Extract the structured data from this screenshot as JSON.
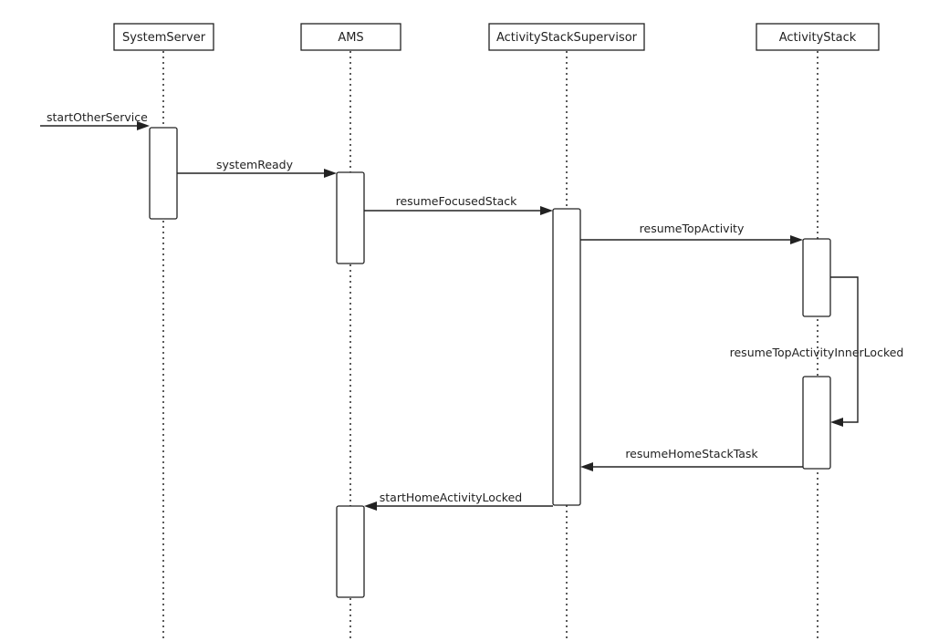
{
  "participants": {
    "system_server": "SystemServer",
    "ams": "AMS",
    "supervisor": "ActivityStackSupervisor",
    "stack": "ActivityStack"
  },
  "messages": {
    "start_other_service": "startOtherService",
    "system_ready": "systemReady",
    "resume_focused_stack": "resumeFocusedStack",
    "resume_top_activity": "resumeTopActivity",
    "resume_top_activity_inner_locked": "resumeTopActivityInnerLocked",
    "resume_home_stack_task": "resumeHomeStackTask",
    "start_home_activity_locked": "startHomeActivityLocked"
  }
}
